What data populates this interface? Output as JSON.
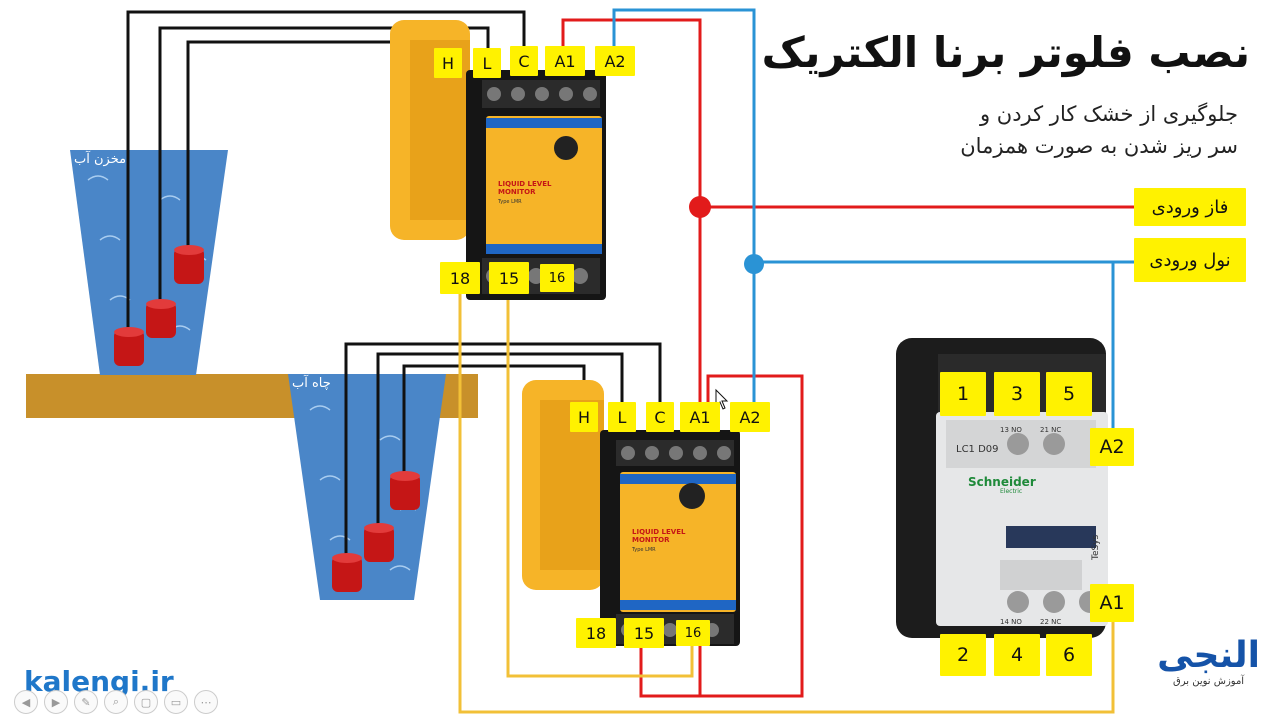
{
  "title": "نصب فلوتر برنا الکتریک",
  "subtitle_line1": "جلوگیری از خشک کار کردن و",
  "subtitle_line2": "سر ریز شدن به صورت همزمان",
  "tanks": {
    "storage_label": "مخزن آب",
    "well_label": "چاه آب"
  },
  "relay_top": {
    "terminals": [
      "H",
      "L",
      "C",
      "A1",
      "A2"
    ],
    "bottom_terminals": [
      "18",
      "15",
      "16"
    ],
    "panel_text": [
      "LIQUID LEVEL",
      "MONITOR",
      "Type LMR"
    ]
  },
  "relay_bottom": {
    "terminals": [
      "H",
      "L",
      "C",
      "A1",
      "A2"
    ],
    "bottom_terminals": [
      "18",
      "15",
      "16"
    ],
    "panel_text": [
      "LIQUID LEVEL",
      "MONITOR",
      "Type LMR"
    ]
  },
  "supply": {
    "phase_label": "فاز ورودی",
    "neutral_label": "نول ورودی"
  },
  "contactor": {
    "top_terminals": [
      "1",
      "3",
      "5"
    ],
    "bottom_terminals": [
      "2",
      "4",
      "6"
    ],
    "coil_top": "A2",
    "coil_bottom": "A1",
    "model": "LC1 D09",
    "brand": "Schneider",
    "brand_sub": "Electric",
    "series": "TeSys",
    "aux_top": [
      "13 NO",
      "21 NC"
    ],
    "aux_bottom": [
      "14 NO",
      "22 NC"
    ]
  },
  "watermark": "kalengi.ir",
  "brand_logo": {
    "name": "النجی",
    "tagline": "آموزش نوین برق"
  },
  "colors": {
    "phase": "#e21b1b",
    "neutral": "#2a93d5",
    "signal": "#f2c037",
    "probe_wire": "#111111",
    "relay_body": "#f5b21b",
    "water": "#4a86c8",
    "ground": "#c8902a",
    "tag": "#fff200"
  }
}
